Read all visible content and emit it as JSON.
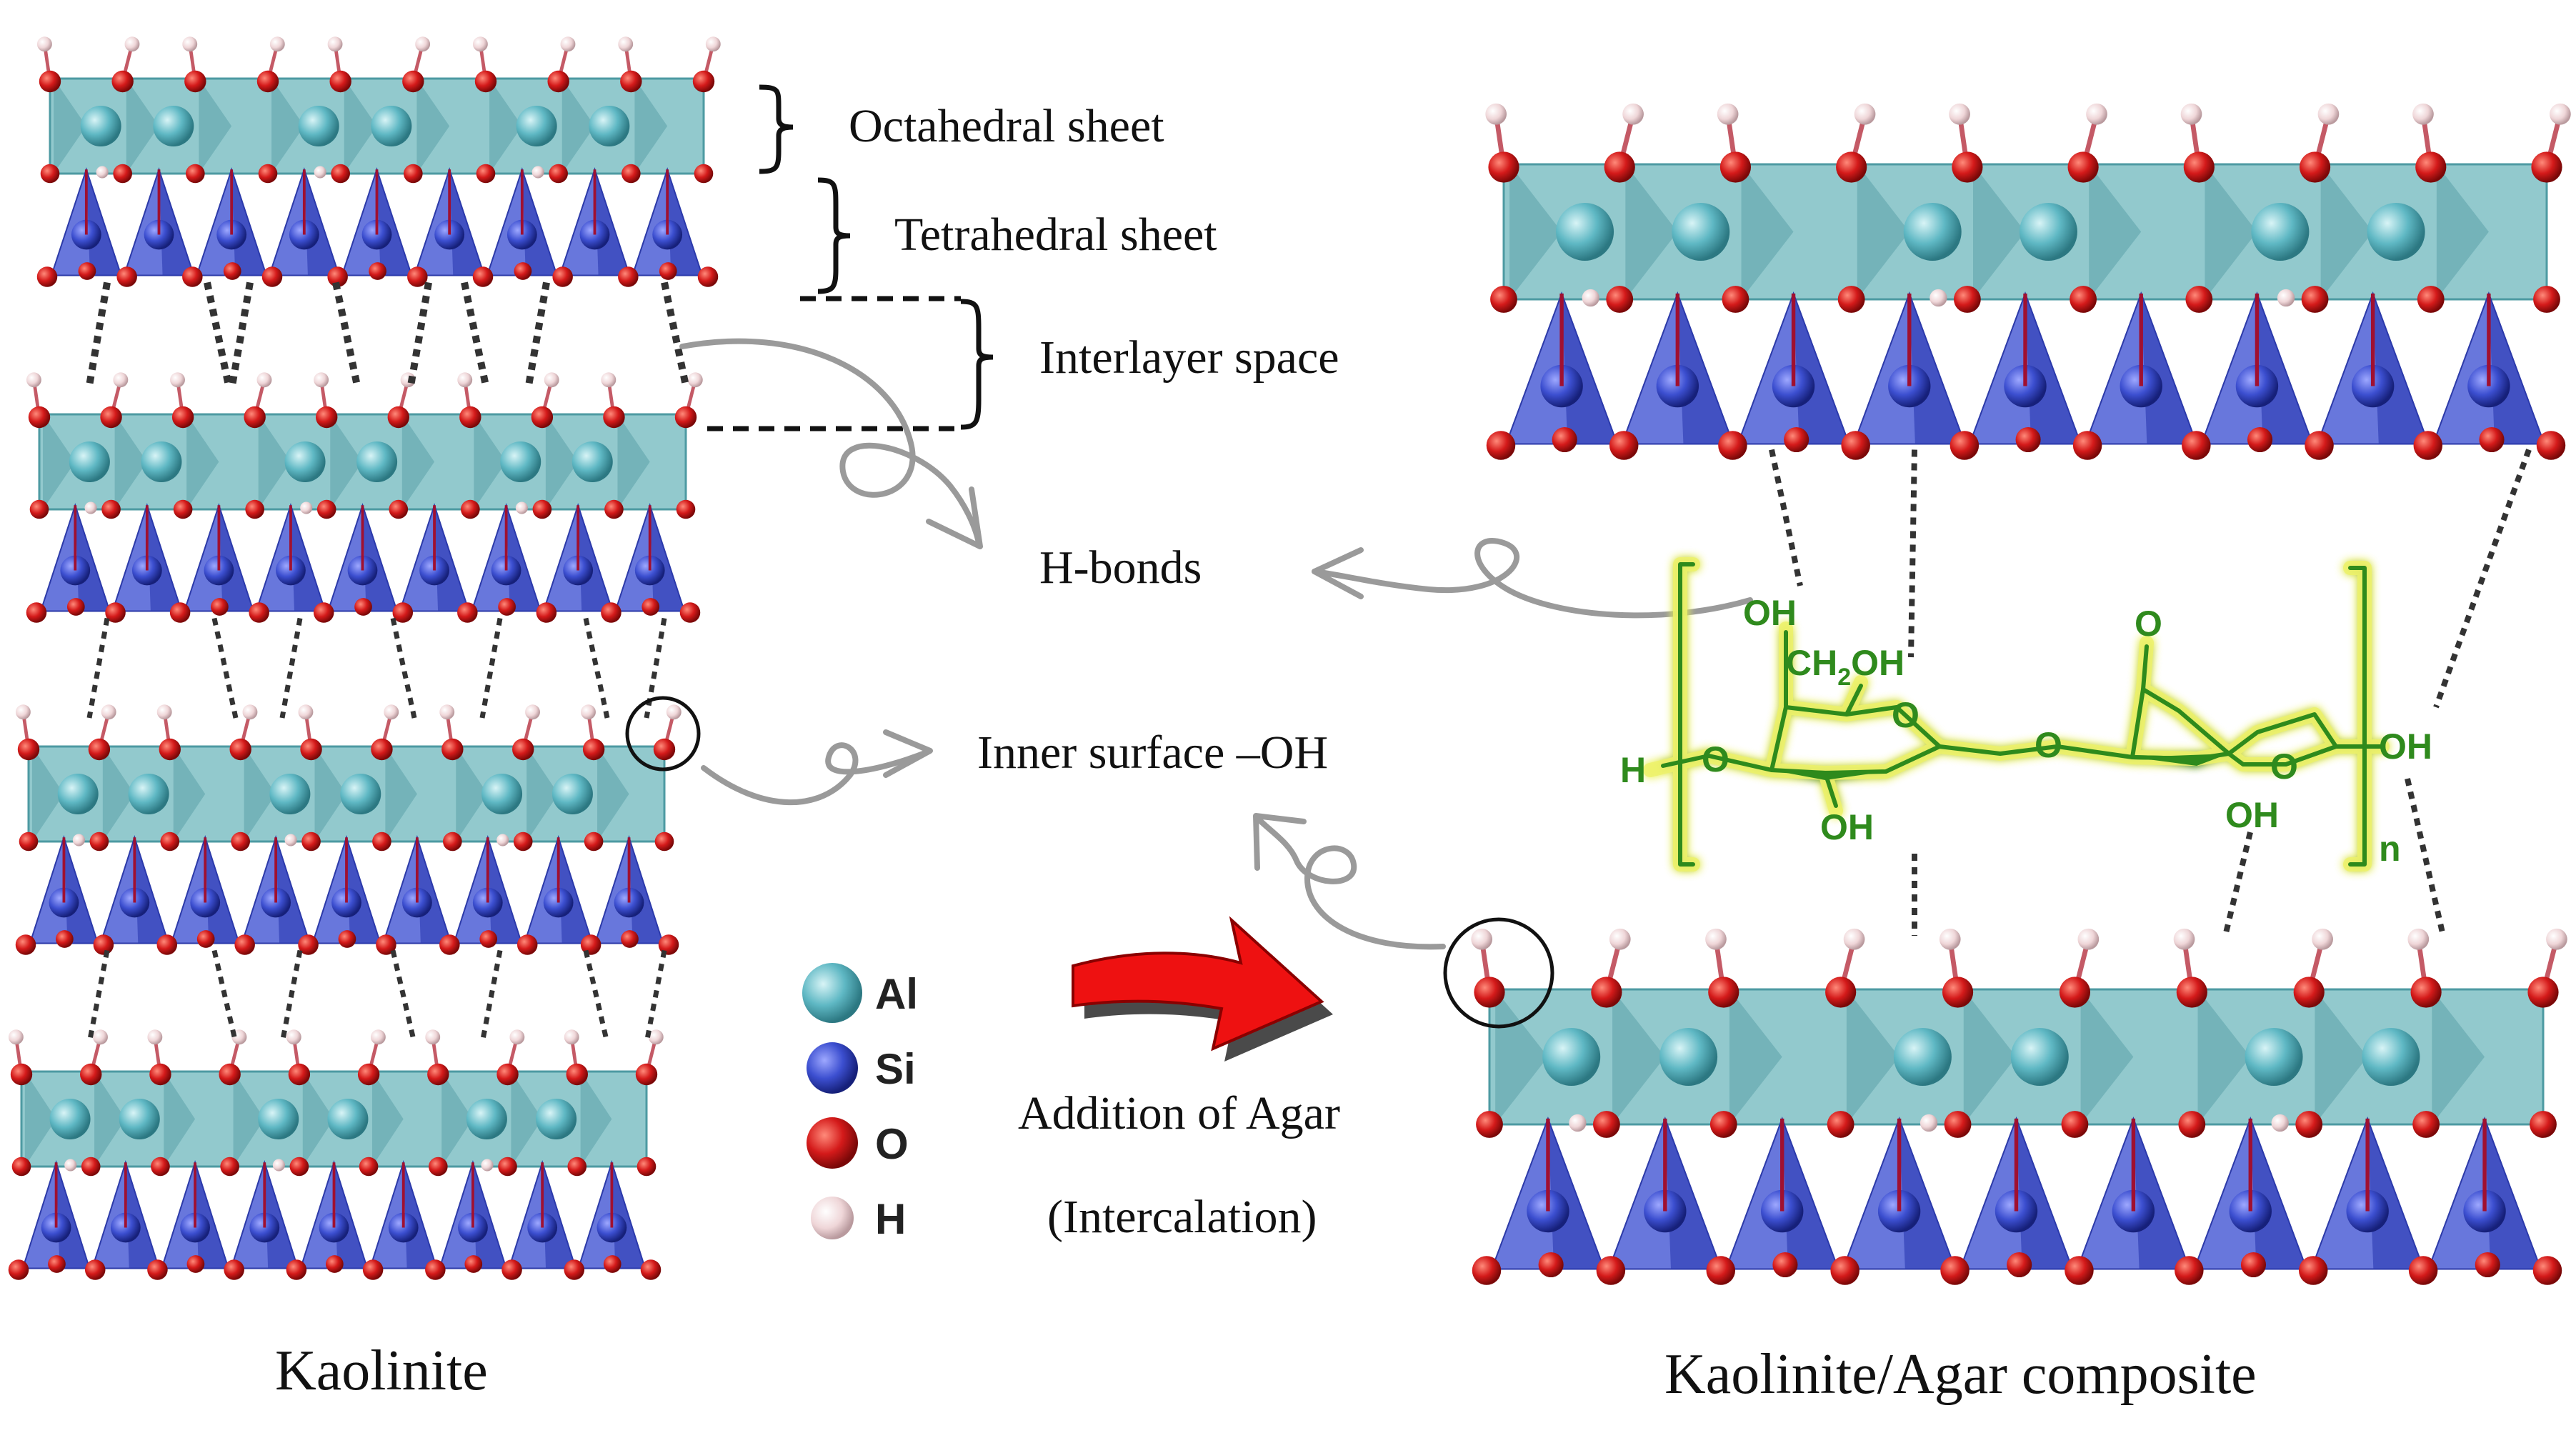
{
  "labels": {
    "octahedral": "Octahedral sheet",
    "tetrahedral": "Tetrahedral sheet",
    "interlayer": "Interlayer space",
    "hbonds": "H-bonds",
    "inner_oh": "Inner surface –OH",
    "addition": "Addition of Agar",
    "intercalation": "(Intercalation)",
    "kaolinite": "Kaolinite",
    "composite": "Kaolinite/Agar composite"
  },
  "legend": [
    {
      "symbol": "Al",
      "color": "#5fb8c4"
    },
    {
      "symbol": "Si",
      "color": "#3c4fd0"
    },
    {
      "symbol": "O",
      "color": "#d41a1a"
    },
    {
      "symbol": "H",
      "color": "#efd6d8"
    }
  ],
  "agar": {
    "oh_top": "OH",
    "ch2oh_a": "CH",
    "ch2oh_sub": "2",
    "ch2oh_b": "OH",
    "ring_o1": "O",
    "ring_o2": "O",
    "link_o": "O",
    "carbonyl_o": "O",
    "h_left": "H",
    "left_o": "O",
    "oh_bottom_left": "OH",
    "oh_bottom_right": "OH",
    "oh_right": "OH",
    "n": "n"
  },
  "colors": {
    "oxygen": "#d41a1a",
    "hydrogen": "#efd6d8",
    "aluminum": "#5fb8c4",
    "silicon": "#3c4fd0",
    "octa_sheet": "#7fbfc4",
    "tetra_sheet": "#4e5fd6",
    "agar_green": "#2f8a1d",
    "agar_glow": "#eef36a",
    "arrow_red": "#ee1111"
  }
}
